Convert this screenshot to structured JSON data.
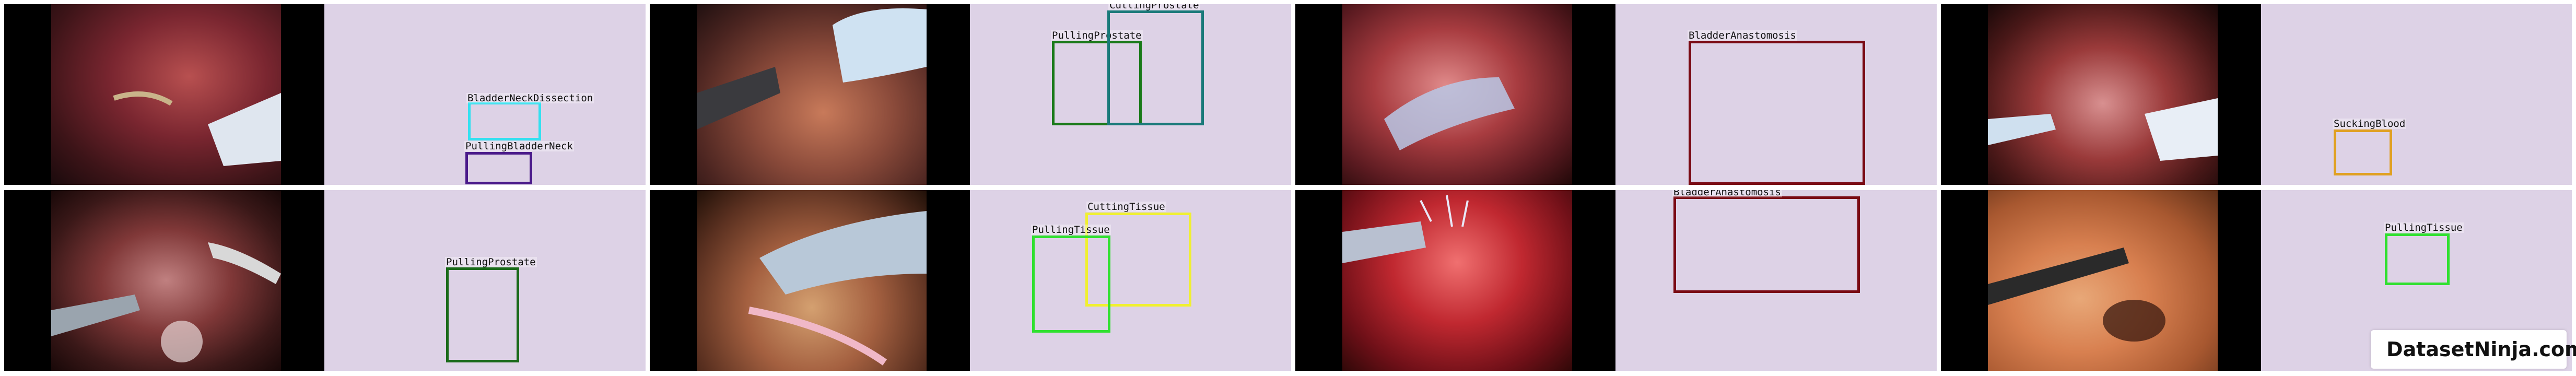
{
  "watermark": {
    "text": "DatasetNinja.com",
    "icon": "ninja-logo-icon"
  },
  "tiles": [
    {
      "id": "r1c1",
      "image": "surgical-frame",
      "boxes": [
        {
          "label": "BladderNeckDissection",
          "color": "#33e0f0"
        },
        {
          "label": "PullingBladderNeck",
          "color": "#4a1a8a"
        }
      ]
    },
    {
      "id": "r1c2",
      "image": "surgical-frame",
      "boxes": [
        {
          "label": "PullingProstate",
          "color": "#1a7a1a"
        },
        {
          "label": "CuttingProstate",
          "color": "#1a7a7a"
        }
      ]
    },
    {
      "id": "r1c3",
      "image": "surgical-frame",
      "boxes": [
        {
          "label": "BladderAnastomosis",
          "color": "#7a0a14"
        }
      ]
    },
    {
      "id": "r1c4",
      "image": "surgical-frame",
      "boxes": [
        {
          "label": "SuckingBlood",
          "color": "#e0a020"
        }
      ]
    },
    {
      "id": "r2c1",
      "image": "surgical-frame",
      "boxes": [
        {
          "label": "PullingProstate",
          "color": "#1a6a1a"
        }
      ]
    },
    {
      "id": "r2c2",
      "image": "surgical-frame",
      "boxes": [
        {
          "label": "CuttingTissue",
          "color": "#f0f030"
        },
        {
          "label": "PullingTissue",
          "color": "#30e030"
        }
      ]
    },
    {
      "id": "r2c3",
      "image": "surgical-frame",
      "boxes": [
        {
          "label": "BladderAnastomosis",
          "color": "#7a0a14"
        }
      ]
    },
    {
      "id": "r2c4",
      "image": "surgical-frame",
      "boxes": [
        {
          "label": "PullingTissue",
          "color": "#30e030"
        }
      ]
    }
  ]
}
